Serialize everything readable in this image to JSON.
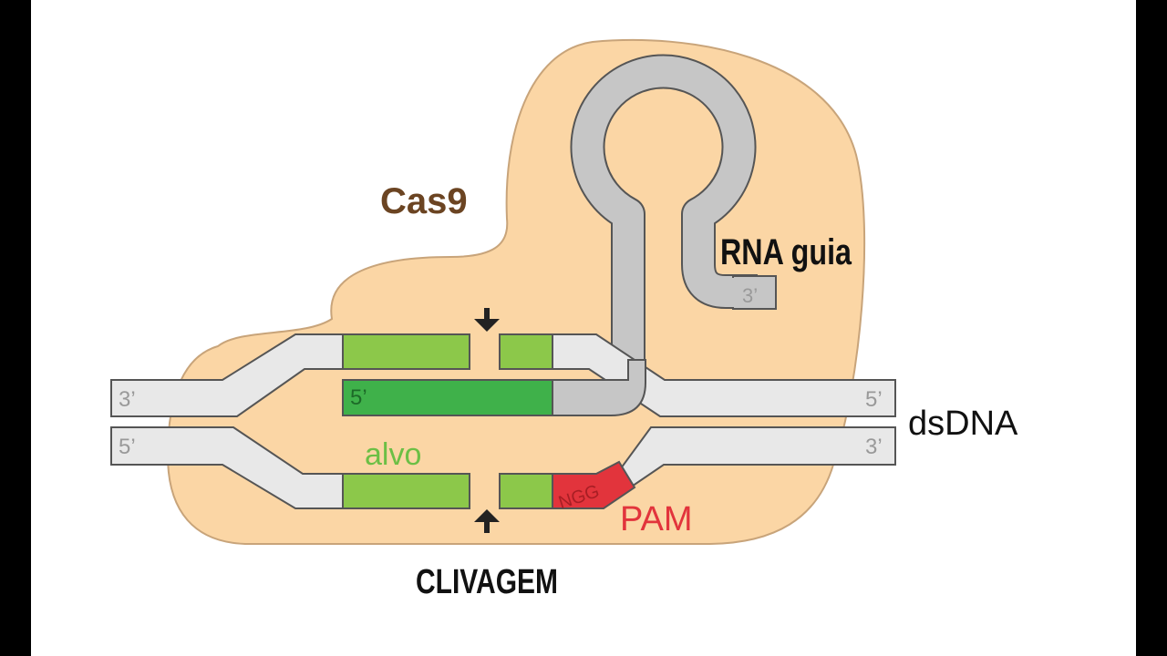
{
  "labels": {
    "protein": "Cas9",
    "guide_rna": "RNA guia",
    "dsdna": "dsDNA",
    "target": "alvo",
    "pam": "PAM",
    "pam_sequence": "NGG",
    "cleavage": "CLIVAGEM"
  },
  "ends": {
    "top_left": "3’",
    "bottom_left": "5’",
    "top_right": "5’",
    "bottom_right": "3’",
    "guide_5prime": "5’",
    "guide_3prime": "3’"
  },
  "colors": {
    "cas9_fill": "#fbd6a5",
    "cas9_label": "#6b4422",
    "dna_strand": "#e8e8e8",
    "target_light": "#8cc84a",
    "guide_target": "#3fb14a",
    "guide_rna": "#c6c6c6",
    "pam": "#e2343c",
    "alvo_text": "#6cbf45"
  }
}
